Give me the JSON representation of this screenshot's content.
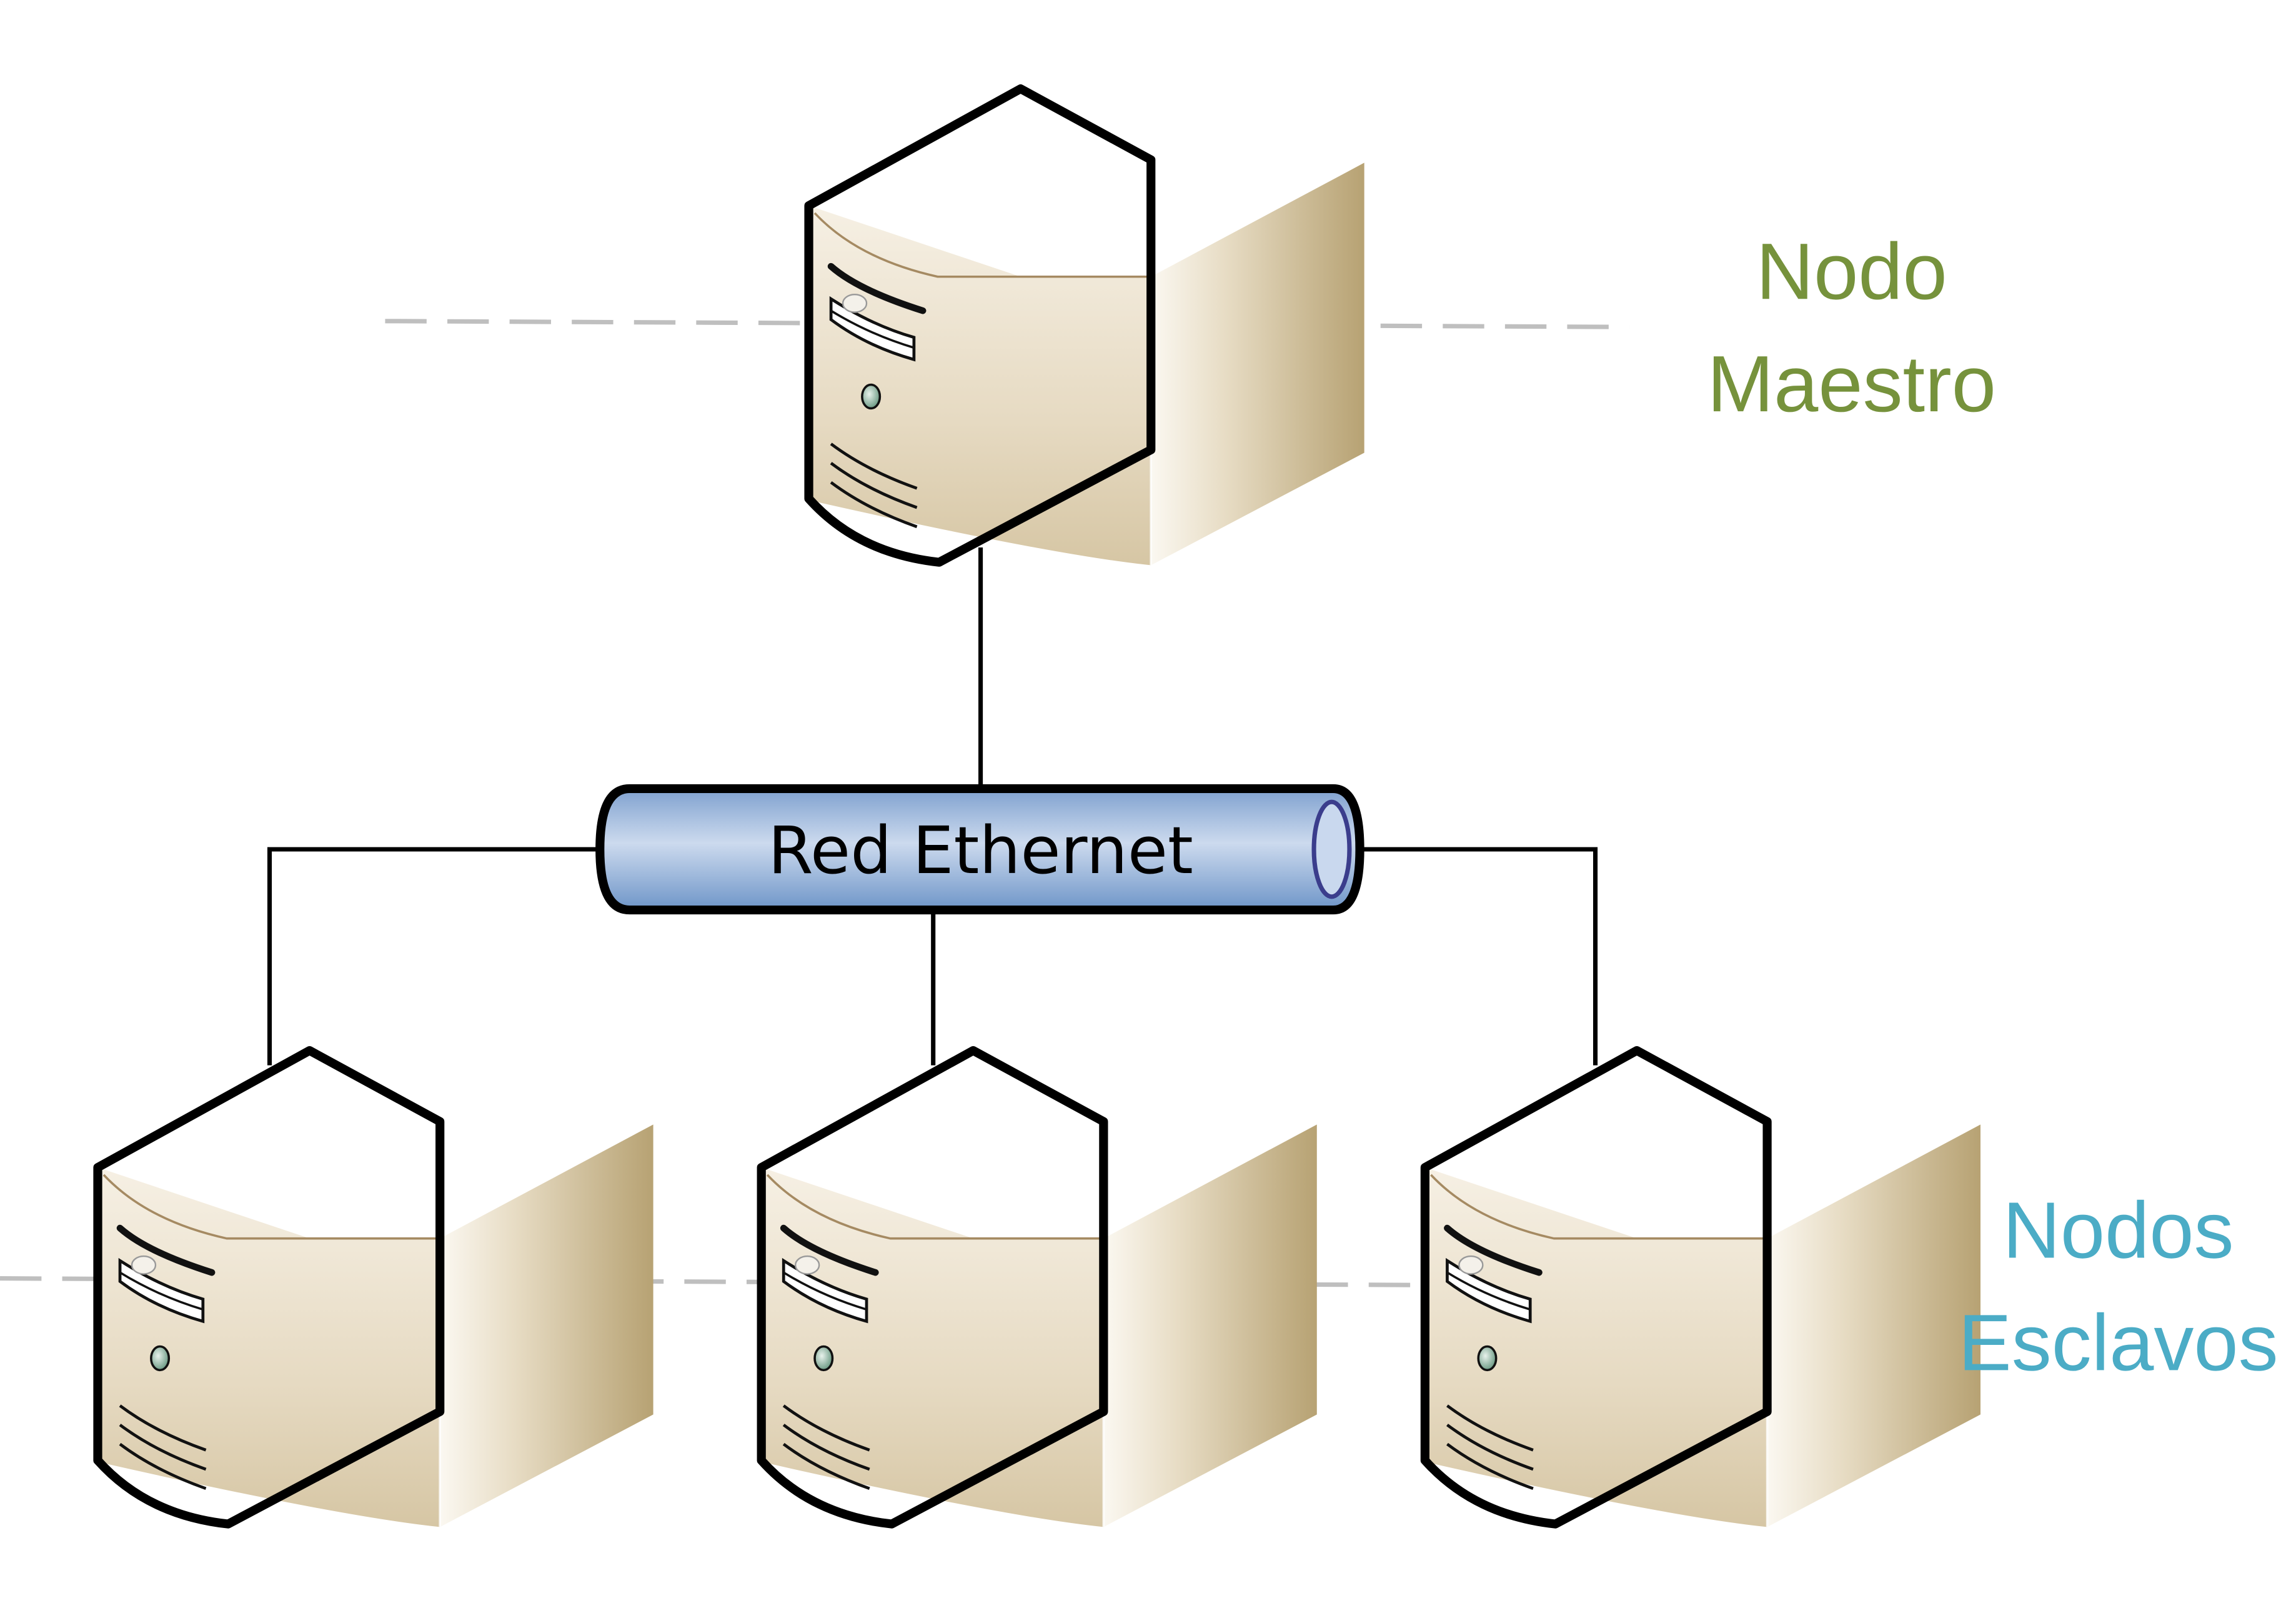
{
  "network": {
    "label": "Red Ethernet"
  },
  "labels": {
    "master": {
      "line1": "Nodo",
      "line2": "Maestro",
      "color": "#76923C"
    },
    "slaves": {
      "line1": "Nodos",
      "line2": "Esclavos",
      "color": "#4BACC6"
    }
  },
  "servers": [
    {
      "role": "master",
      "icon": "server-tower-icon"
    },
    {
      "role": "slave",
      "icon": "server-tower-icon"
    },
    {
      "role": "slave",
      "icon": "server-tower-icon"
    },
    {
      "role": "slave",
      "icon": "server-tower-icon"
    }
  ],
  "colors": {
    "server_front": "#EDE4D2",
    "server_side": "#C8B48A",
    "pipe_fill": "#8FB0D8",
    "pipe_end": "#C9D8EE",
    "divider": "#BFBFBF",
    "outline": "#000000"
  }
}
